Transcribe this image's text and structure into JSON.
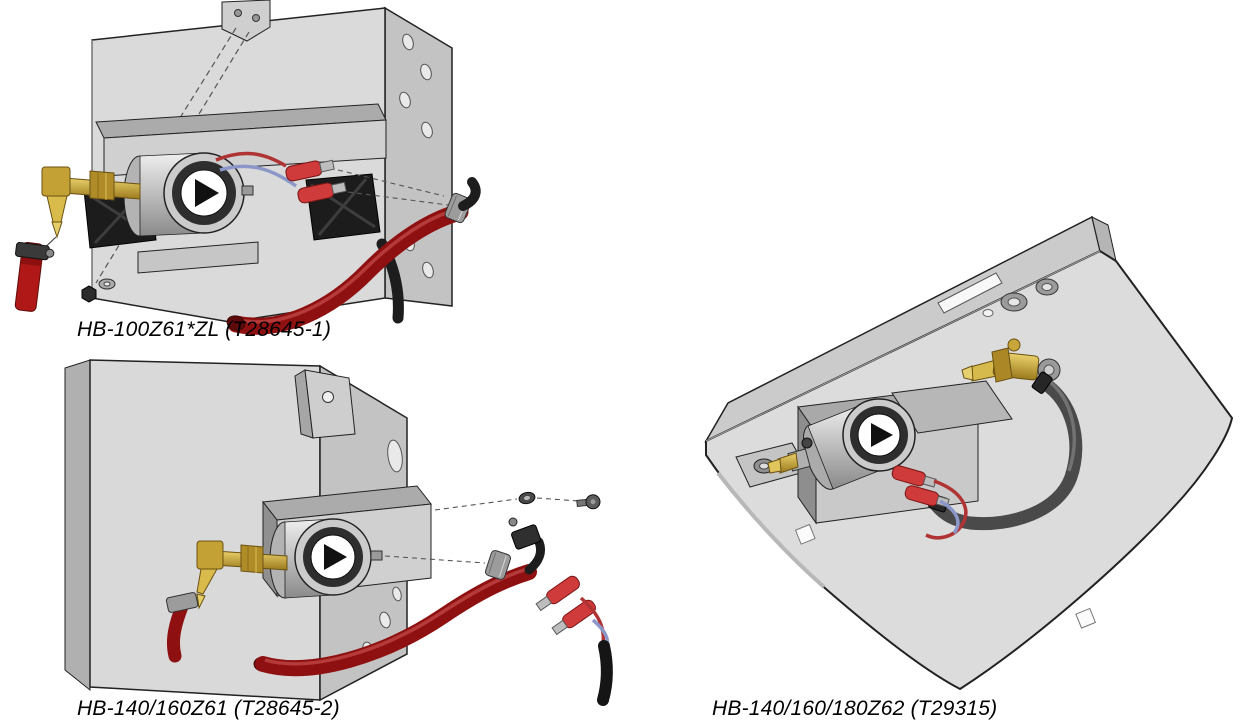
{
  "page": {
    "background": "#ffffff"
  },
  "figures": [
    {
      "caption": "HB-100Z61*ZL (T28645-1)",
      "description": "Fuel pump on tank bracket with rubber pads, brass elbow fitting, red fuel hose, red valve, spade connectors and black vent hose"
    },
    {
      "caption": "HB-140/160Z61 (T28645-2)",
      "description": "Fuel pump on tank bracket with brass elbow fitting, clamped red fuel hose, mounting screws and wiring harness with black sleeve"
    },
    {
      "caption": "HB-140/160/180Z62 (T29315)",
      "description": "Fuel pump enclosed in bracket on large sheet-metal panel with brass shut-off valve, gray fuel hose and red spade connectors"
    }
  ],
  "colors": {
    "metal_light": "#dcdcdc",
    "metal_mid": "#c3c3c3",
    "metal_dark": "#9a9a9a",
    "outline": "#222222",
    "brass": "#c3a135",
    "hose_red": "#8f1010",
    "connector_red": "#cf3a3a",
    "wire_red": "#b03434",
    "wire_blue": "#8b97c9",
    "rubber_black": "#1c1c1c",
    "hose_gray": "#4a4a4a"
  }
}
